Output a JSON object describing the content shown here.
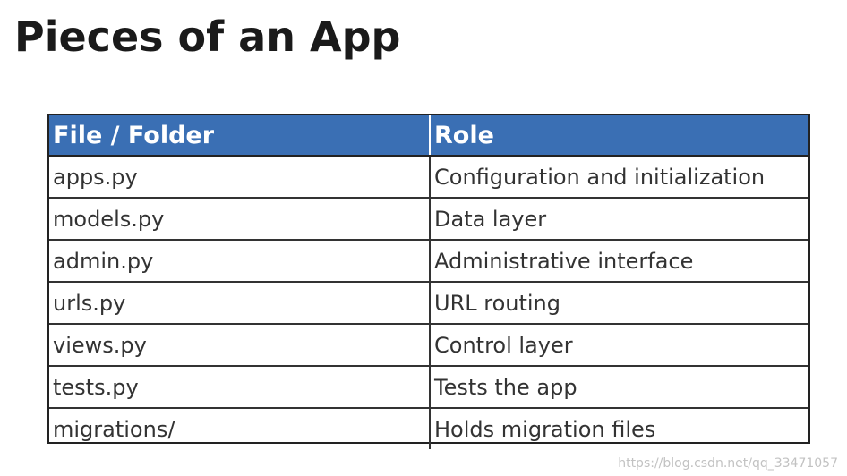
{
  "slide": {
    "title": "Pieces of an App"
  },
  "table": {
    "headers": [
      "File / Folder",
      "Role"
    ],
    "rows": [
      [
        "apps.py",
        "Configuration and initialization"
      ],
      [
        "models.py",
        "Data layer"
      ],
      [
        "admin.py",
        "Administrative interface"
      ],
      [
        "urls.py",
        "URL routing"
      ],
      [
        "views.py",
        "Control layer"
      ],
      [
        "tests.py",
        "Tests the app"
      ],
      [
        "migrations/",
        "Holds migration files"
      ]
    ]
  },
  "colors": {
    "header_background": "#3a6fb4",
    "header_text": "#ffffff",
    "border": "#222222"
  },
  "watermark": "https://blog.csdn.net/qq_33471057"
}
